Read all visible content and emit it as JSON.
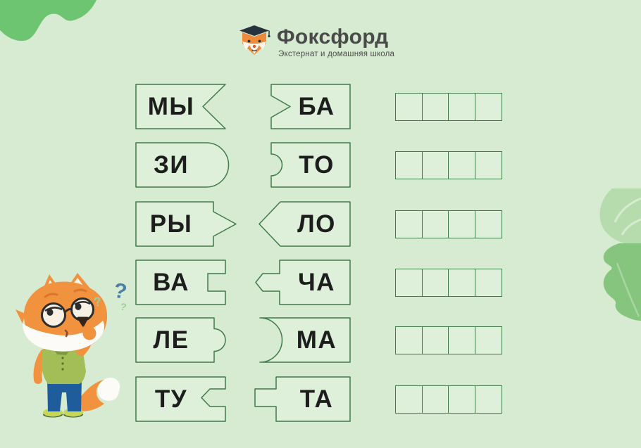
{
  "logo": {
    "icon": "fox-graduate-icon",
    "brand": "Фоксфорд",
    "tagline": "Экстернат и домашняя школа"
  },
  "puzzle": {
    "rows": [
      {
        "left": "МЫ",
        "right": "БА"
      },
      {
        "left": "ЗИ",
        "right": "ТО"
      },
      {
        "left": "РЫ",
        "right": "ЛО"
      },
      {
        "left": "ВА",
        "right": "ЧА"
      },
      {
        "left": "ЛЕ",
        "right": "МА"
      },
      {
        "left": "ТУ",
        "right": "ТА"
      }
    ]
  },
  "answer_grid": {
    "rows": 6,
    "cells_per_row": 4
  },
  "mascot": {
    "name": "thinking-fox",
    "question_mark": "?"
  },
  "decor": {
    "corner_blob": "green-blob",
    "leaves": "tropical-leaves"
  },
  "colors": {
    "background": "#d6ebd1",
    "accent_green": "#6ec571",
    "outline_green": "#41794b",
    "piece_fill": "#dff0da",
    "letter_color": "#1d1d1d",
    "brand_text": "#4a4a4a",
    "fox_orange": "#f0923e",
    "shirt_green": "#a3bd57",
    "pants_blue": "#1e5c9c",
    "question_blue": "#4d7ea7"
  }
}
